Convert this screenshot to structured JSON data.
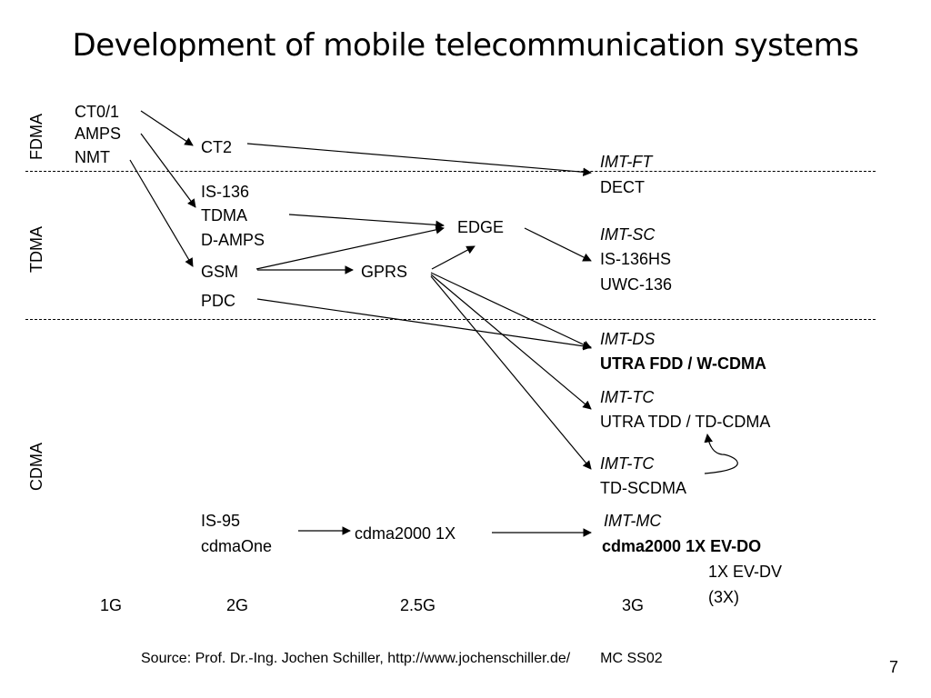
{
  "title": "Development of mobile telecommunication systems",
  "bands": [
    "FDMA",
    "TDMA",
    "CDMA"
  ],
  "generations": [
    "1G",
    "2G",
    "2.5G",
    "3G"
  ],
  "nodes": {
    "ct01": "CT0/1",
    "amps": "AMPS",
    "nmt": "NMT",
    "ct2": "CT2",
    "is136": "IS-136",
    "tdma": "TDMA",
    "damps": "D-AMPS",
    "gsm": "GSM",
    "pdc": "PDC",
    "gprs": "GPRS",
    "edge": "EDGE",
    "imt_ft": "IMT-FT",
    "dect": "DECT",
    "imt_sc": "IMT-SC",
    "is136hs": "IS-136HS",
    "uwc136": "UWC-136",
    "imt_ds": "IMT-DS",
    "utra_fdd": "UTRA FDD / W-CDMA",
    "imt_tc1": "IMT-TC",
    "utra_tdd": "UTRA TDD / TD-CDMA",
    "imt_tc2": "IMT-TC",
    "td_scdma": "TD-SCDMA",
    "is95": "IS-95",
    "cdmaone": "cdmaOne",
    "cdma2000_1x": "cdma2000 1X",
    "imt_mc": "IMT-MC",
    "cdma2000_evdo": "cdma2000 1X EV-DO",
    "evdv": "1X EV-DV",
    "threex": "(3X)"
  },
  "footer": {
    "source": "Source: Prof. Dr.-Ing. Jochen Schiller, http://www.jochenschiller.de/",
    "course": "MC SS02",
    "page": "7"
  }
}
